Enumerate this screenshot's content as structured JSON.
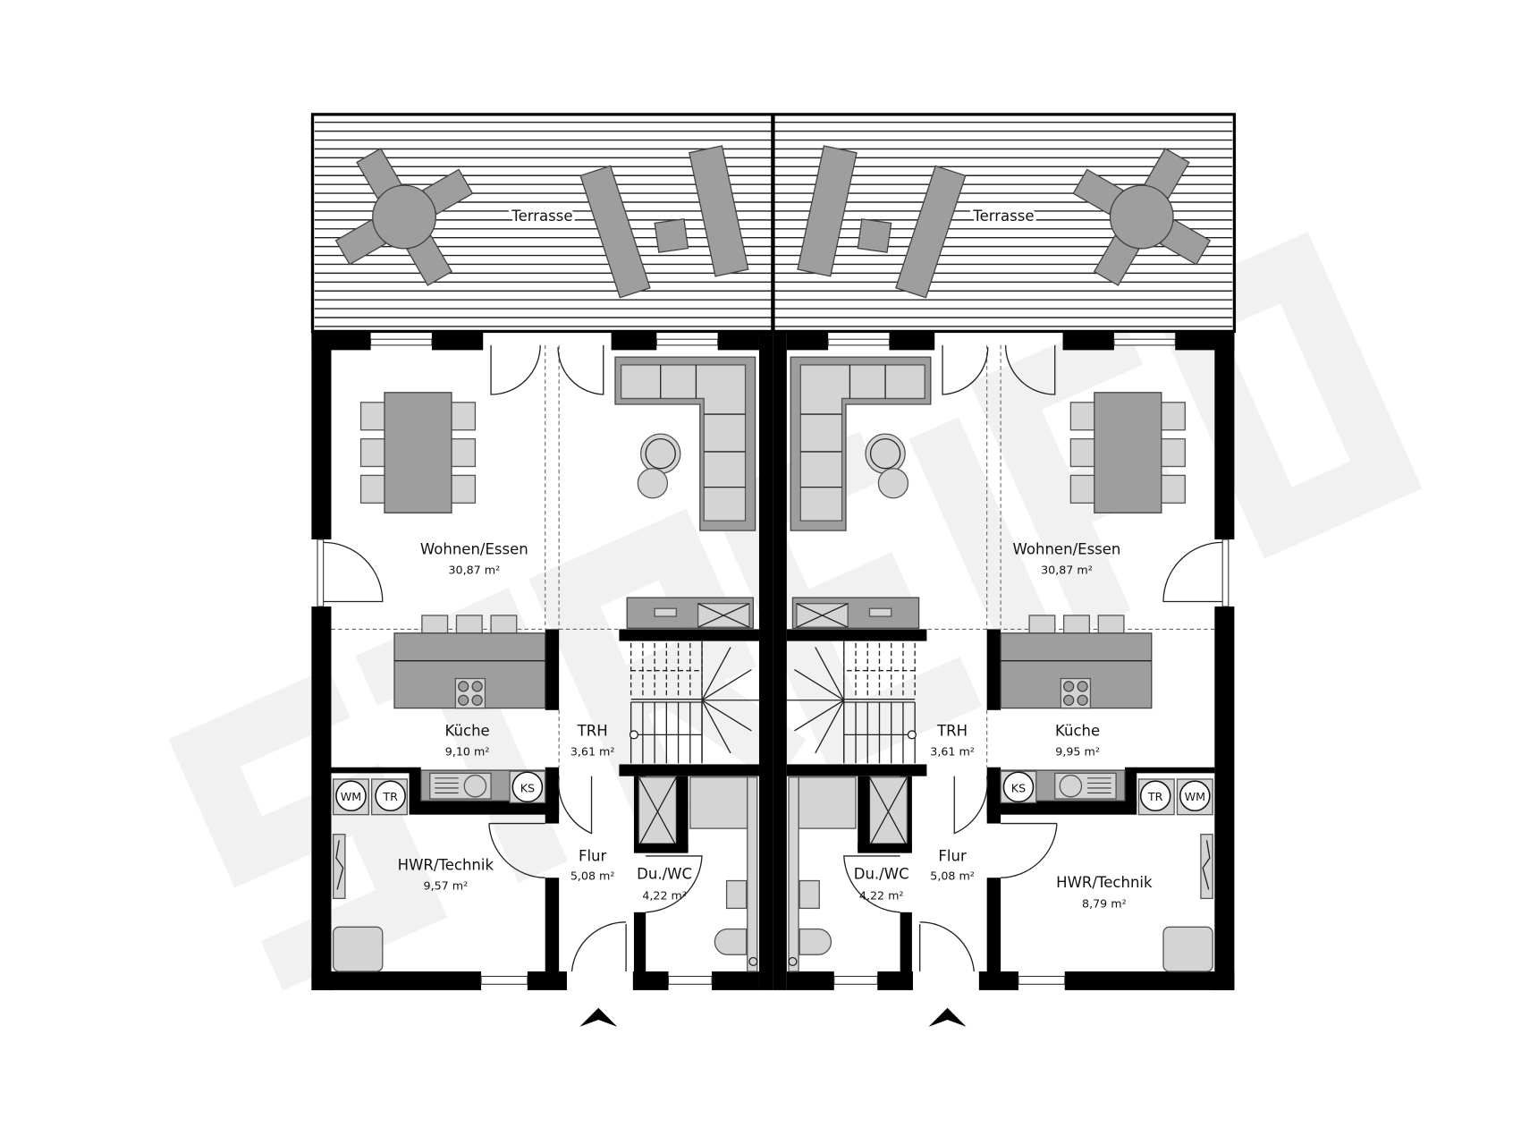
{
  "watermark": "STREIF",
  "units": [
    {
      "id": "left",
      "rooms": {
        "terrasse": {
          "label": "Terrasse"
        },
        "wohnen": {
          "label": "Wohnen/Essen",
          "area": "30,87 m²"
        },
        "kueche": {
          "label": "Küche",
          "area": "9,10 m²"
        },
        "trh": {
          "label": "TRH",
          "area": "3,61 m²"
        },
        "flur": {
          "label": "Flur",
          "area": "5,08 m²"
        },
        "duwc": {
          "label": "Du./WC",
          "area": "4,22 m²"
        },
        "hwr": {
          "label": "HWR/Technik",
          "area": "9,57 m²"
        }
      },
      "appliances": {
        "wm": "WM",
        "tr": "TR",
        "ks": "KS"
      }
    },
    {
      "id": "right",
      "rooms": {
        "terrasse": {
          "label": "Terrasse"
        },
        "wohnen": {
          "label": "Wohnen/Essen",
          "area": "30,87 m²"
        },
        "kueche": {
          "label": "Küche",
          "area": "9,95 m²"
        },
        "trh": {
          "label": "TRH",
          "area": "3,61 m²"
        },
        "flur": {
          "label": "Flur",
          "area": "5,08 m²"
        },
        "duwc": {
          "label": "Du./WC",
          "area": "4,22 m²"
        },
        "hwr": {
          "label": "HWR/Technik",
          "area": "8,79 m²"
        }
      },
      "appliances": {
        "wm": "WM",
        "tr": "TR",
        "ks": "KS"
      }
    }
  ],
  "icons": {
    "entrance": "entrance-arrow-icon",
    "electrical": "electrical-panel-icon"
  }
}
